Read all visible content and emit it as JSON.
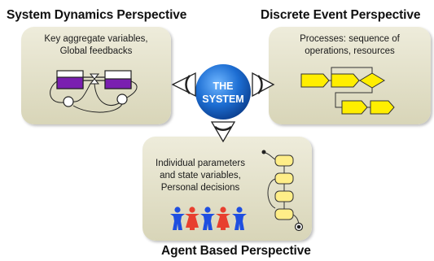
{
  "titles": {
    "system_dynamics": "System Dynamics Perspective",
    "discrete_event": "Discrete Event Perspective",
    "agent_based": "Agent Based Perspective"
  },
  "panels": {
    "system_dynamics": {
      "lines": [
        "Key aggregate variables,",
        "Global feedbacks"
      ]
    },
    "discrete_event": {
      "lines": [
        "Processes: sequence of",
        "operations, resources"
      ]
    },
    "agent_based": {
      "lines": [
        "Individual parameters",
        "and state variables,",
        "Personal decisions"
      ]
    }
  },
  "center": {
    "lines": [
      "THE",
      "SYSTEM"
    ]
  },
  "colors": {
    "panel_fill": "#e6e3cc",
    "sphere": "#1a6fd0",
    "stock_fill": "#7a1fb0",
    "process_block": "#ffee00",
    "agent_female": "#e8402f",
    "agent_male": "#1f4fe0",
    "statechart_block": "#ffee88"
  },
  "icons": [
    "eye-icon",
    "eye-icon",
    "eye-icon"
  ]
}
